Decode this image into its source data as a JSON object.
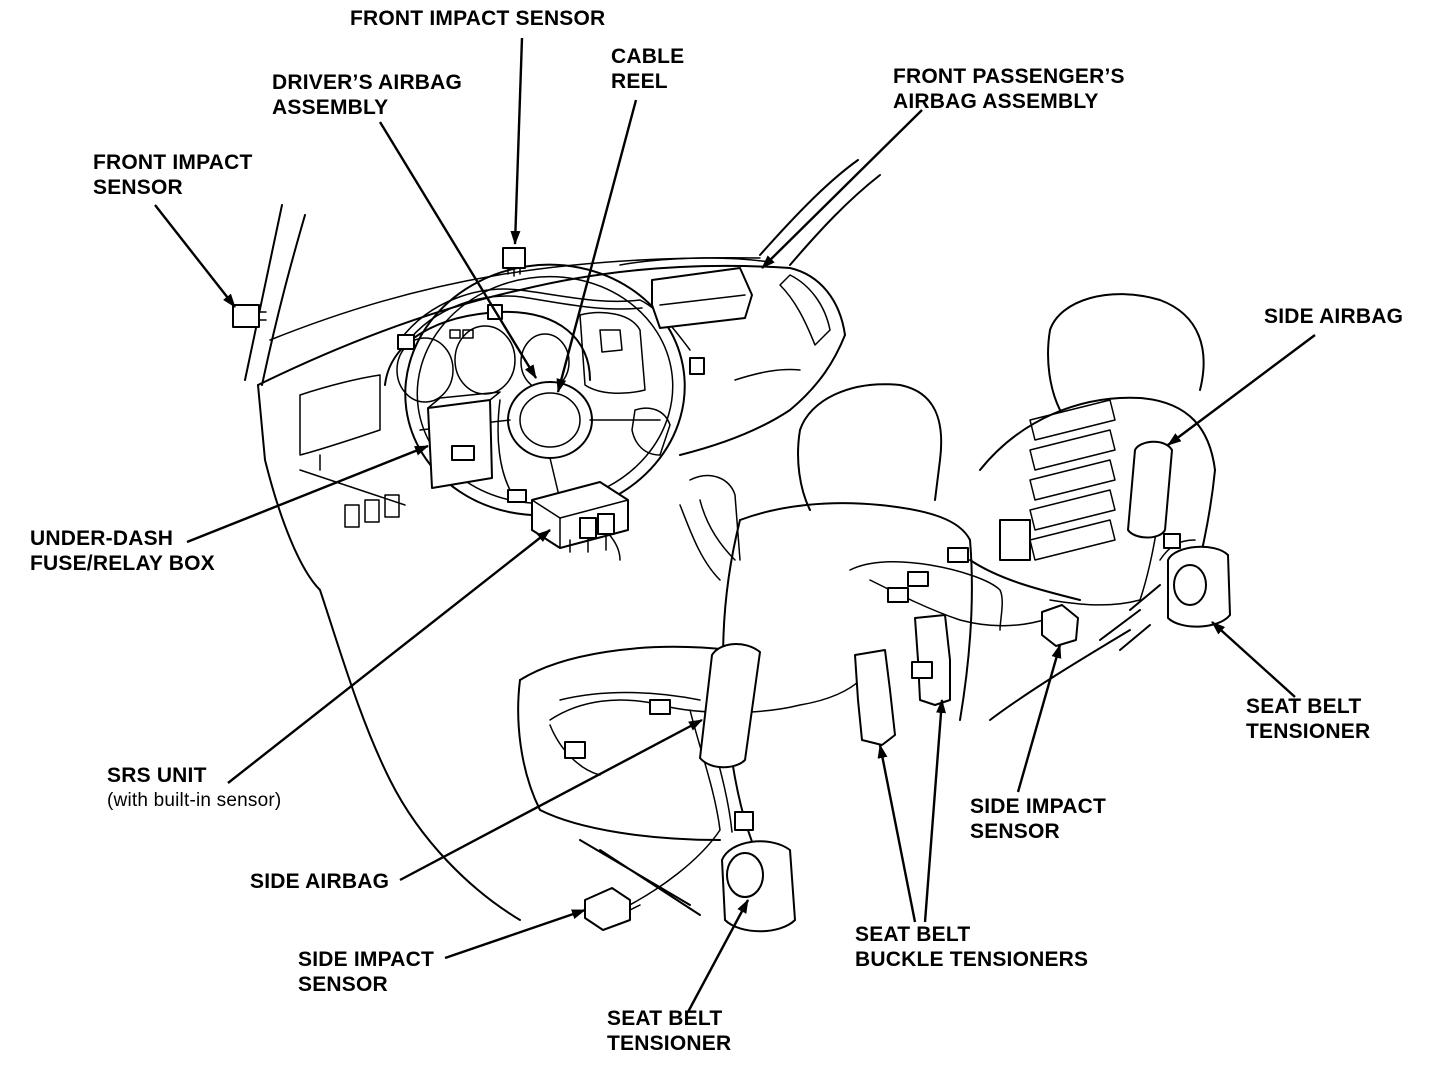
{
  "labels": {
    "front_impact_sensor_top": [
      "FRONT IMPACT SENSOR"
    ],
    "cable_reel": [
      "CABLE",
      "REEL"
    ],
    "drivers_airbag": [
      "DRIVER’S AIRBAG",
      "ASSEMBLY"
    ],
    "front_passenger_airbag": [
      "FRONT PASSENGER’S",
      "AIRBAG ASSEMBLY"
    ],
    "front_impact_sensor_left": [
      "FRONT IMPACT",
      "SENSOR"
    ],
    "side_airbag_right": [
      "SIDE AIRBAG"
    ],
    "under_dash_fuse": [
      "UNDER-DASH",
      "FUSE/RELAY BOX"
    ],
    "seat_belt_tensioner_right": [
      "SEAT BELT",
      "TENSIONER"
    ],
    "srs_unit": [
      "SRS UNIT"
    ],
    "srs_unit_note": "(with built-in sensor)",
    "side_impact_sensor_mid": [
      "SIDE IMPACT",
      "SENSOR"
    ],
    "side_airbag_left": [
      "SIDE AIRBAG"
    ],
    "seat_belt_buckle_tensioners": [
      "SEAT BELT",
      "BUCKLE TENSIONERS"
    ],
    "side_impact_sensor_left": [
      "SIDE IMPACT",
      "SENSOR"
    ],
    "seat_belt_tensioner_bottom": [
      "SEAT BELT",
      "TENSIONER"
    ]
  }
}
